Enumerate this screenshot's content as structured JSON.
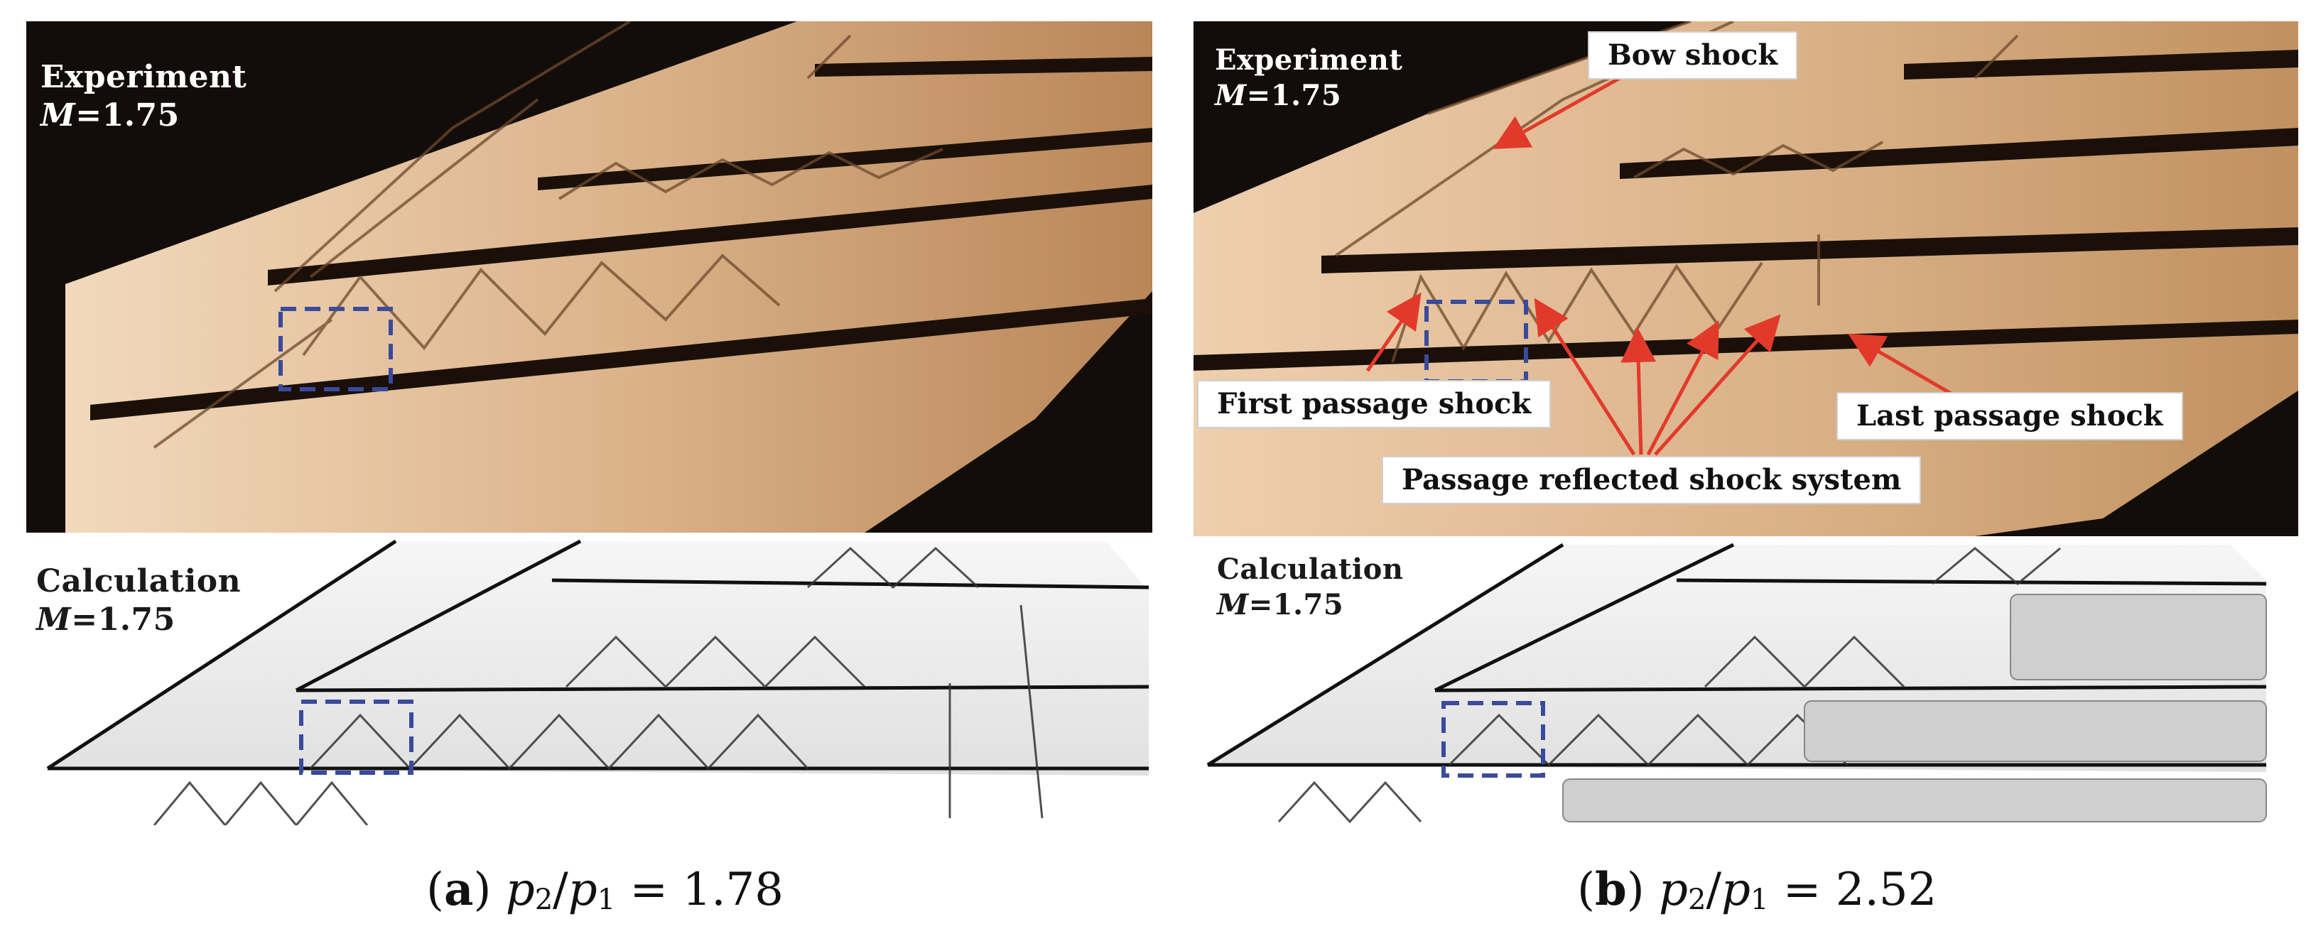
{
  "panel_a": {
    "experiment_label": "Experiment",
    "experiment_mach_symbol": "M",
    "experiment_mach_value": "=1.75",
    "calculation_label": "Calculation",
    "calculation_mach_symbol": "M",
    "calculation_mach_value": "=1.75",
    "caption_letter": "a",
    "caption_p2": "p",
    "caption_p2_sub": "2",
    "caption_p1": "p",
    "caption_p1_sub": "1",
    "caption_value": " = 1.78"
  },
  "panel_b": {
    "experiment_label": "Experiment",
    "experiment_mach_symbol": "M",
    "experiment_mach_value": "=1.75",
    "calculation_label": "Calculation",
    "calculation_mach_symbol": "M",
    "calculation_mach_value": "=1.75",
    "callouts": {
      "bow_shock": "Bow shock",
      "first_passage_shock": "First passage shock",
      "last_passage_shock": "Last passage shock",
      "passage_reflected": "Passage reflected shock system"
    },
    "caption_letter": "b",
    "caption_p2": "p",
    "caption_p2_sub": "2",
    "caption_p1": "p",
    "caption_p1_sub": "1",
    "caption_value": " = 2.52"
  },
  "colors": {
    "background_dark": "#120d0a",
    "flow_light": "#e8c9a8",
    "flow_mid": "#c99b72",
    "highlight_box": "#3a4a9c",
    "arrow": "#e23a2a"
  }
}
